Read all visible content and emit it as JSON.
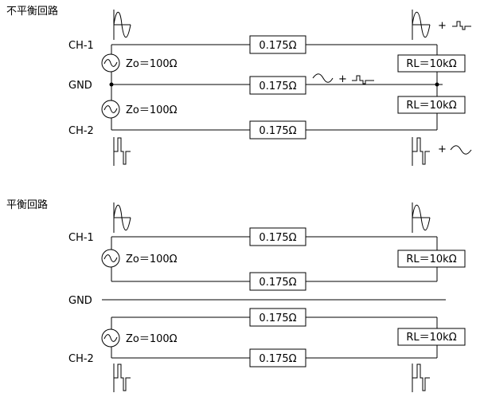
{
  "sections": {
    "unbalanced": {
      "title": "不平衡回路"
    },
    "balanced": {
      "title": "平衡回路"
    }
  },
  "labels": {
    "ch1": "CH-1",
    "ch2": "CH-2",
    "gnd": "GND",
    "plus": "+"
  },
  "components": {
    "source": "Zo＝100Ω",
    "resistor": "0.175Ω",
    "load": "RL＝10kΩ"
  }
}
